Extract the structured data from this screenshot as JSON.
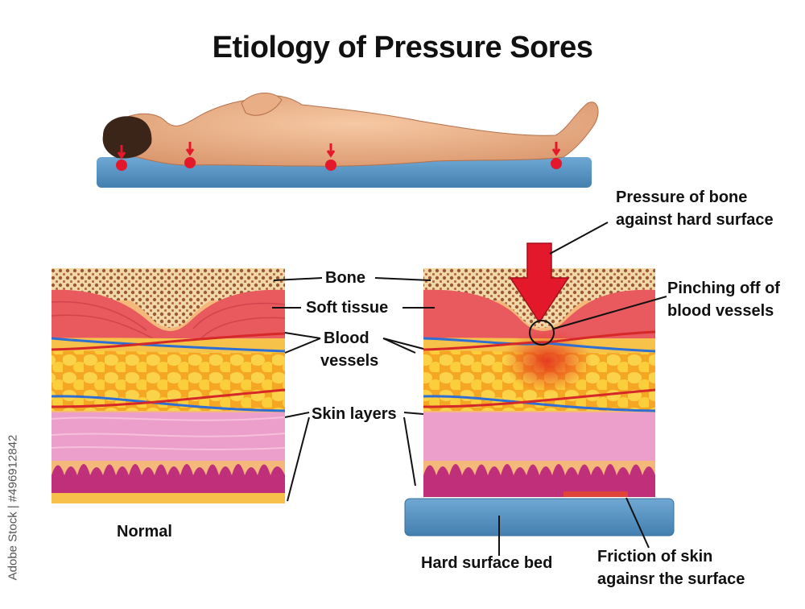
{
  "title": "Etiology of Pressure Sores",
  "labels": {
    "bone": "Bone",
    "soft_tissue": "Soft tissue",
    "blood_vessels_1": "Blood",
    "blood_vessels_2": "vessels",
    "skin_layers": "Skin layers",
    "normal": "Normal",
    "pressure_1": "Pressure of bone",
    "pressure_2": "against hard surface",
    "pinching_1": "Pinching off  of",
    "pinching_2": "blood vessels",
    "hard_surface": "Hard surface bed",
    "friction_1": "Friction of skin",
    "friction_2": "againsr the surface"
  },
  "watermark": "Adobe Stock | #496912842",
  "colors": {
    "bed": "#5b95c2",
    "bone": "#f0d6a6",
    "soft_tissue": "#e85a5e",
    "fat": "#f7b52a",
    "skin": "#e792c4",
    "dermis": "#c0307a",
    "arrow": "#e3192b",
    "vein": "#2f6fd4",
    "artery": "#d62828"
  }
}
